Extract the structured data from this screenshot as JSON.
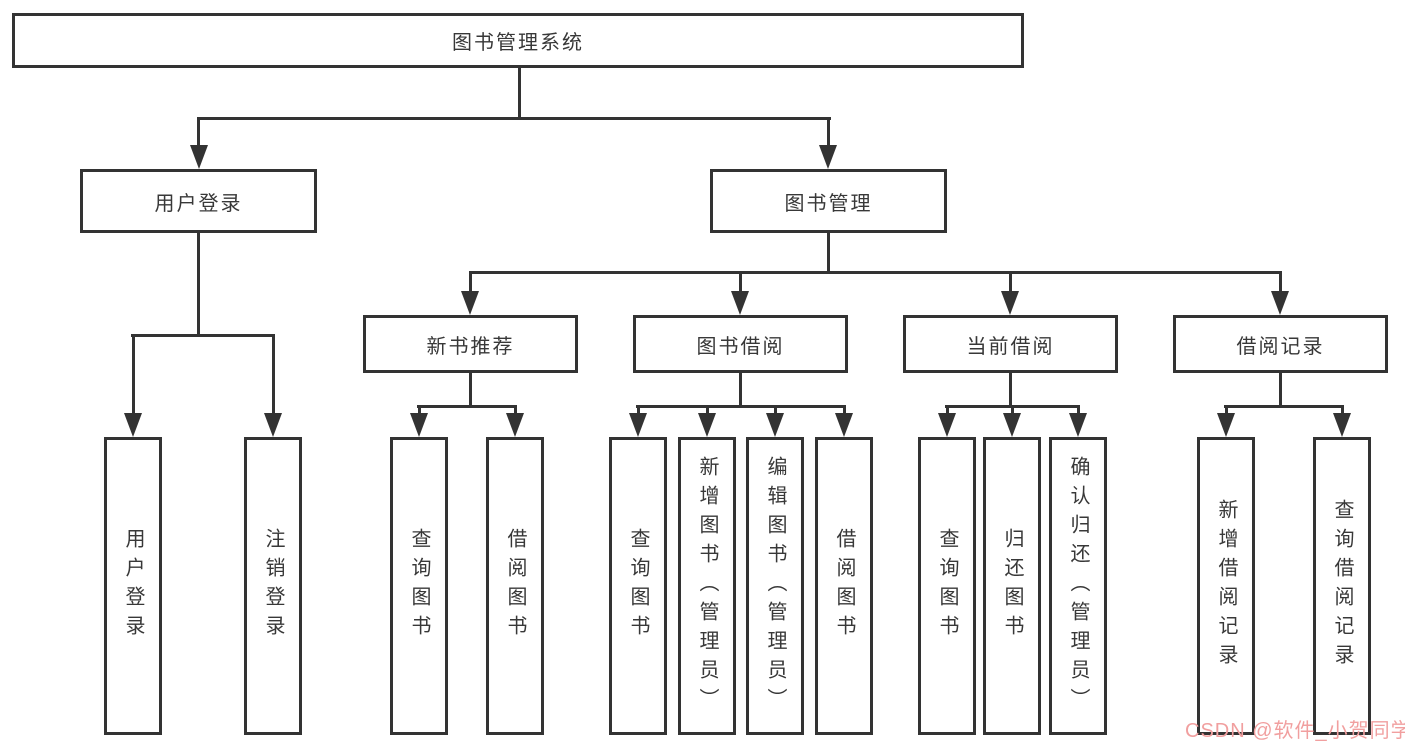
{
  "diagram": {
    "root": "图书管理系统",
    "branches": [
      {
        "label": "用户登录",
        "children": [
          "用户登录",
          "注销登录"
        ]
      },
      {
        "label": "图书管理",
        "children": [
          {
            "label": "新书推荐",
            "children": [
              "查询图书",
              "借阅图书"
            ]
          },
          {
            "label": "图书借阅",
            "children": [
              "查询图书",
              "新增图书（管理员）",
              "编辑图书（管理员）",
              "借阅图书"
            ]
          },
          {
            "label": "当前借阅",
            "children": [
              "查询图书",
              "归还图书",
              "确认归还（管理员）"
            ]
          },
          {
            "label": "借阅记录",
            "children": [
              "新增借阅记录",
              "查询借阅记录"
            ]
          }
        ]
      }
    ]
  },
  "watermark": {
    "text": "CSDN @软件_小贺同学"
  },
  "colors": {
    "line": "#333333",
    "box_border": "#333333",
    "text": "#383838",
    "background": "#ffffff",
    "watermark": "#f19f9f"
  }
}
